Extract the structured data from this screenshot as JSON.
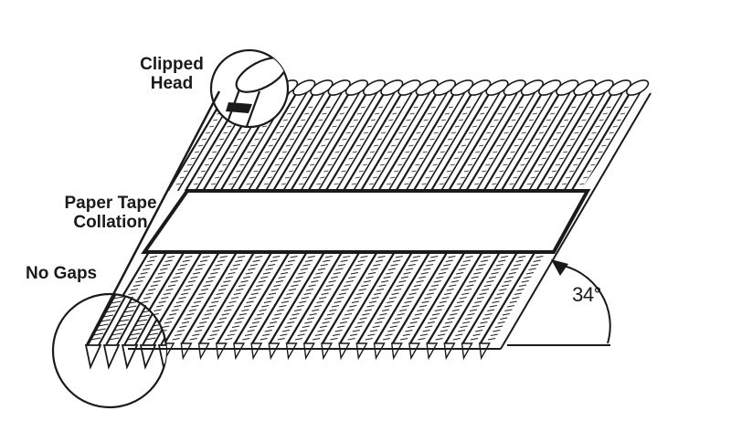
{
  "diagram": {
    "labels": {
      "clipped_head_line1": "Clipped",
      "clipped_head_line2": "Head",
      "paper_tape_line1": "Paper Tape",
      "paper_tape_line2": "Collation",
      "no_gaps": "No Gaps",
      "angle": "34°"
    },
    "nail_count": 24,
    "collation_angle_degrees": 34,
    "colors": {
      "ink": "#1a1a1a",
      "background": "#ffffff"
    }
  }
}
